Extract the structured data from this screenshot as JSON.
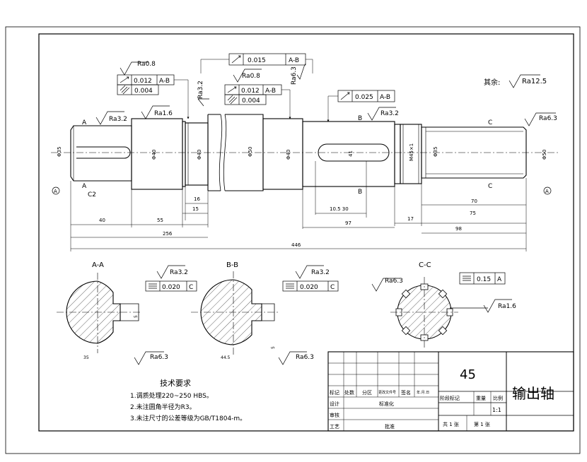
{
  "roughness": {
    "ra08_a": "Ra0.8",
    "ra08_b": "Ra0.8",
    "ra32_left": "Ra3.2",
    "ra16_left": "Ra1.6",
    "ra32_v": "Ra3.2",
    "ra63_v": "Ra6.3",
    "ra32_right": "Ra3.2",
    "ra63_right": "Ra6.3",
    "rest_label": "其余:",
    "rest_value": "Ra12.5",
    "aa_top": "Ra3.2",
    "aa_bottom": "Ra6.3",
    "bb_top": "Ra3.2",
    "bb_bottom": "Ra6.3",
    "cc_left": "Ra6.3",
    "cc_right": "Ra1.6"
  },
  "tolerance_frames": {
    "left_runout": "0.012",
    "left_runout_ref": "A-B",
    "left_cyl": "0.004",
    "top_runout": "0.015",
    "top_runout_ref": "A-B",
    "mid_runout": "0.012",
    "mid_runout_ref": "A-B",
    "mid_cyl": "0.004",
    "right_runout": "0.025",
    "right_runout_ref": "A-B",
    "aa_sym": "0.020",
    "aa_ref": "C",
    "bb_sym": "0.020",
    "bb_ref": "C",
    "cc_sym": "0.15",
    "cc_ref": "A"
  },
  "datum_labels": {
    "a_left_top": "A",
    "a_left_bottom": "A",
    "a_left_datum": "A",
    "chamfer": "C2",
    "b_top": "B",
    "b_bottom": "B",
    "c_top": "C",
    "c_bottom": "C",
    "a_right_datum": "A"
  },
  "dimensions": {
    "d16": "16",
    "d15": "15",
    "d105_30": "10.5  30",
    "d40": "40",
    "d55": "55",
    "d97": "97",
    "d17": "17",
    "d75": "75",
    "d70": "70",
    "d98": "98",
    "d256": "256",
    "d446": "446",
    "dia41": "41",
    "thread": "M45×1",
    "dia_right": "Φ50",
    "aa_depth": "5",
    "bb_depth": "5",
    "aa_width": "35",
    "bb_width": "44.5"
  },
  "section_labels": {
    "aa": "A-A",
    "bb": "B-B",
    "cc": "C-C"
  },
  "tech": {
    "title": "技术要求",
    "item1": "1.调质处理220~250 HBS。",
    "item2": "2.未注圆角半径为R3。",
    "item3": "3.未注尺寸的公差等级为GB/T1804-m。"
  },
  "title_block": {
    "material": "45",
    "part_name": "输出轴",
    "scale_label": "比例",
    "scale": "1:1",
    "stage_label": "阶段标记",
    "weight_label": "重量",
    "mark": "标记",
    "count": "处数",
    "zone": "分区",
    "change_doc": "更改文件号",
    "sign": "签名",
    "date": "年.月.日",
    "design": "设计",
    "standardize": "标准化",
    "check": "审核",
    "process": "工艺",
    "approve": "批准",
    "total_sheets": "共 1 张",
    "sheet_no": "第 1 张"
  }
}
